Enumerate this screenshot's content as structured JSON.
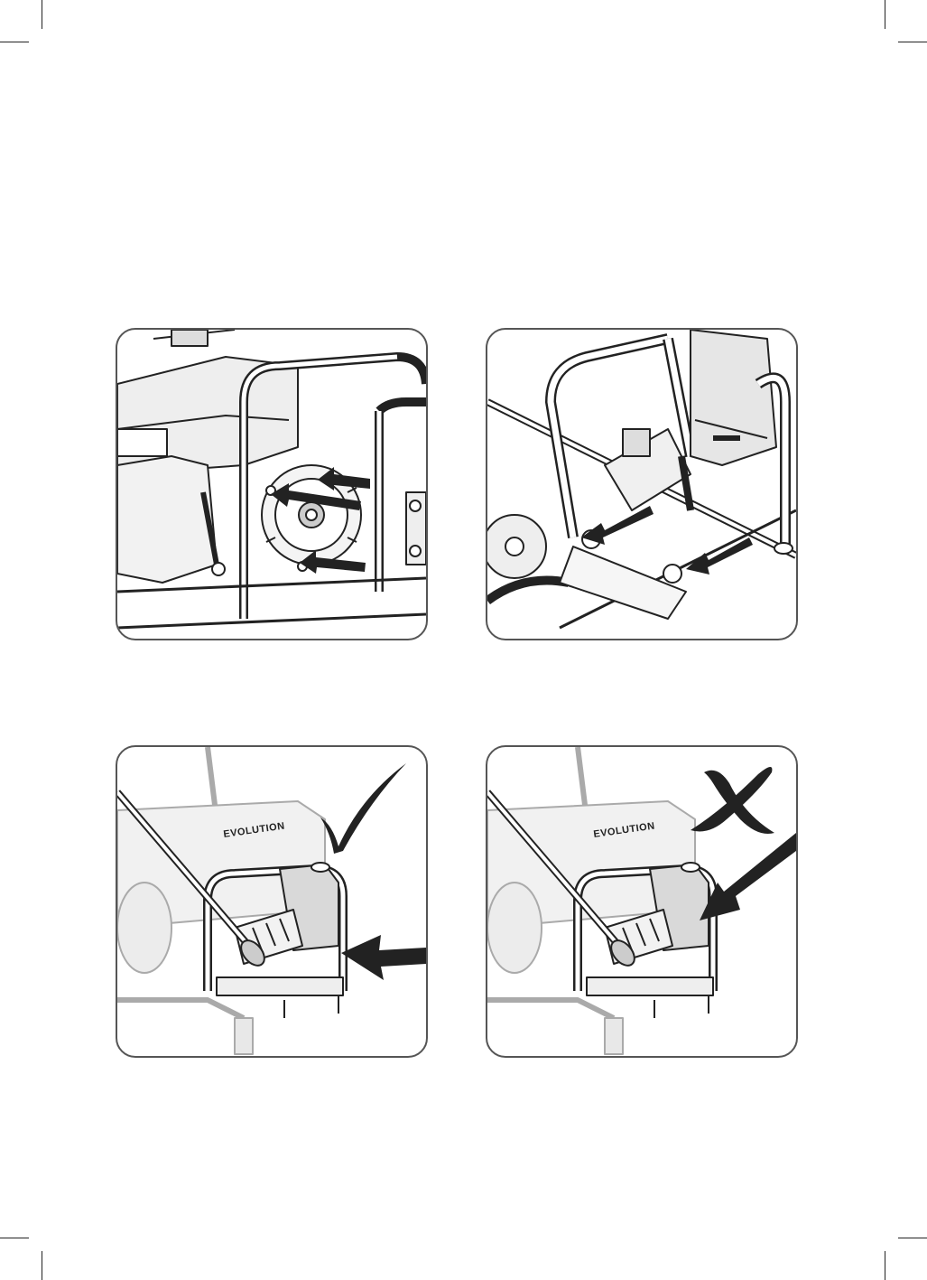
{
  "document": {
    "type": "manual-page-illustrations",
    "panels": [
      {
        "id": "panel-1",
        "subject": "engine-recoil-cover-arrows",
        "indicator": "none"
      },
      {
        "id": "panel-2",
        "subject": "pump-mounting-arrows",
        "indicator": "none"
      },
      {
        "id": "panel-3",
        "subject": "pressure-washer-correct-spray",
        "indicator": "correct",
        "brand_text": "EVOLUTION"
      },
      {
        "id": "panel-4",
        "subject": "pressure-washer-incorrect-spray",
        "indicator": "incorrect",
        "brand_text": "EVOLUTION"
      }
    ],
    "icons": {
      "correct": "check-mark-icon",
      "incorrect": "cross-mark-icon",
      "pointer": "arrow-icon"
    },
    "colors": {
      "ink": "#222222",
      "panel_border": "#555555",
      "shading": "#d9d9d9",
      "paper": "#ffffff"
    }
  }
}
